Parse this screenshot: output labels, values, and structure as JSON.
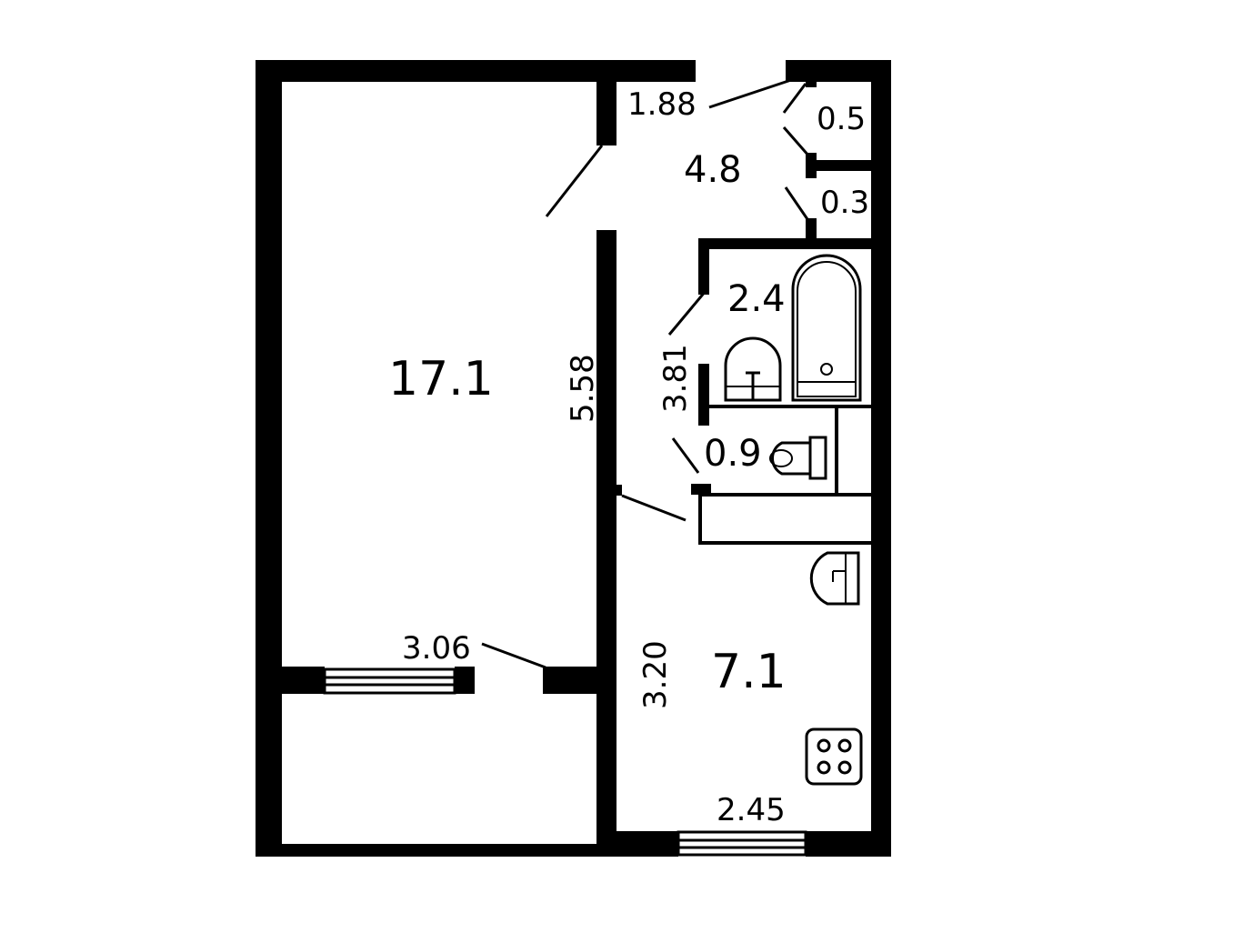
{
  "rooms": {
    "living_area": "17.1",
    "hall_area": "4.8",
    "bathroom_area": "2.4",
    "toilet_area": "0.9",
    "kitchen_area": "7.1",
    "closet_large_area": "0.5",
    "closet_small_area": "0.3"
  },
  "dimensions": {
    "hall_width": "1.88",
    "living_length": "5.58",
    "bath_block_length": "3.81",
    "living_window_width": "3.06",
    "kitchen_length": "3.20",
    "kitchen_window_width": "2.45"
  }
}
